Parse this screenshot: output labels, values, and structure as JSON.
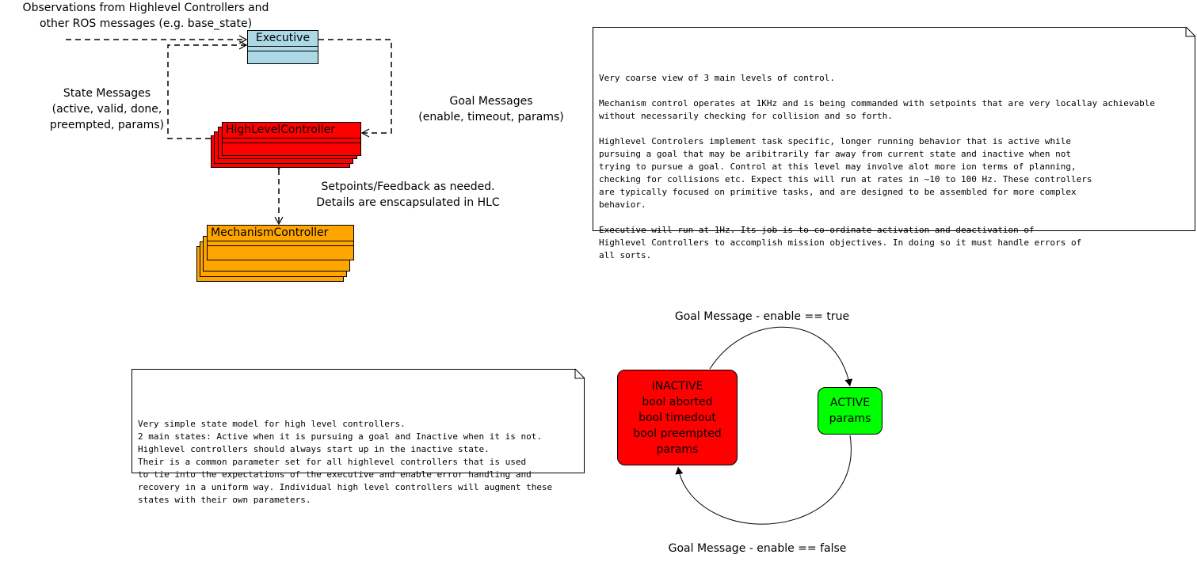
{
  "architecture": {
    "executive": {
      "name": "Executive",
      "color": "#add8e6"
    },
    "high_level_controller": {
      "name": "HighLevelController",
      "color": "#ff0000"
    },
    "mechanism_controller": {
      "name": "MechanismController",
      "color": "#ffa500"
    },
    "labels": {
      "observations": "Observations from Highlevel Controllers and\nother ROS messages (e.g. base_state)",
      "state_messages": "State Messages\n(active, valid, done,\npreempted, params)",
      "goal_messages": "Goal Messages\n(enable, timeout, params)",
      "setpoints": "Setpoints/Feedback as needed.\nDetails are enscapsulated in HLC"
    },
    "note": "Very coarse view of 3 main levels of control.\n\nMechanism control operates at 1KHz and is being commanded with setpoints that are very locallay achievable\nwithout necessarily checking for collision and so forth.\n\nHighlevel Controlers implement task specific, longer running behavior that is active while\npursuing a goal that may be aribitrarily far away from current state and inactive when not\ntrying to pursue a goal. Control at this level may involve alot more ion terms of planning,\nchecking for collisions etc. Expect this will run at rates in ~10 to 100 Hz. These controllers\nare typically focused on primitive tasks, and are designed to be assembled for more complex\nbehavior.\n\nExecutive will run at 1Hz. Its job is to co-ordinate activation and deactivation of\nHighlevel Controllers to accomplish mission objectives. In doing so it must handle errors of\nall sorts."
  },
  "state_model": {
    "note": "Very simple state model for high level controllers.\n2 main states: Active when it is pursuing a goal and Inactive when it is not.\nHighlevel controllers should always start up in the inactive state.\nTheir is a common parameter set for all highlevel controllers that is used\nto tie into the expectations of the executive and enable error handling and\nrecovery in a uniform way. Individual high level controllers will augment these\nstates with their own parameters.",
    "inactive": {
      "lines": [
        "INACTIVE",
        "bool aborted",
        "bool timedout",
        "bool preempted",
        "params"
      ],
      "color": "#ff0000"
    },
    "active": {
      "lines": [
        "ACTIVE",
        "params"
      ],
      "color": "#00ff00"
    },
    "transitions": {
      "enable_true": "Goal Message - enable == true",
      "enable_false": "Goal Message - enable == false"
    }
  }
}
